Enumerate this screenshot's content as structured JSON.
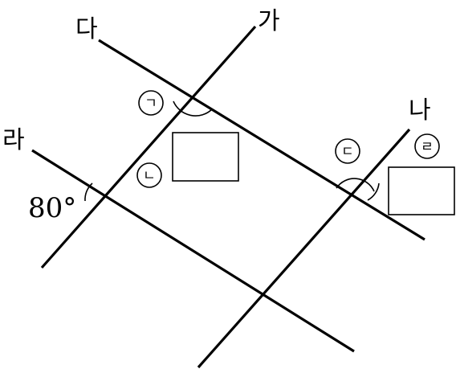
{
  "lines": {
    "ga": "가",
    "na": "나",
    "da": "다",
    "ra": "라"
  },
  "angle_given": "80°",
  "angle_marks": {
    "giyeok": "ㄱ",
    "nieun": "ㄴ",
    "digeut": "ㄷ",
    "rieul": "ㄹ"
  },
  "answer_boxes": [
    {
      "value": ""
    },
    {
      "value": ""
    }
  ]
}
